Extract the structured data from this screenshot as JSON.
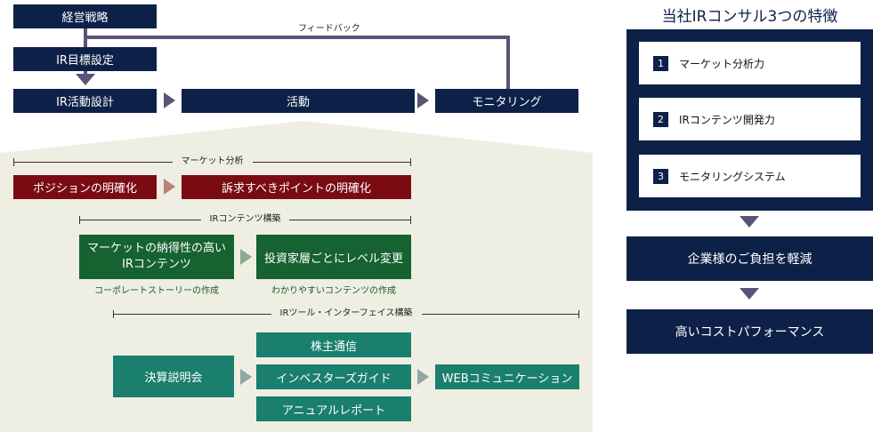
{
  "flow": {
    "keiei": "経営戦略",
    "ir_goal": "IR目標設定",
    "ir_design": "IR活動設計",
    "activity": "活動",
    "monitoring": "モニタリング",
    "feedback": "フィードバック"
  },
  "market": {
    "bracket_label": "マーケット分析",
    "position": "ポジションの明確化",
    "appeal": "訴求すべきポイントの明確化"
  },
  "content": {
    "bracket_label": "IRコンテンツ構築",
    "story_line1": "マーケットの納得性の高い",
    "story_line2": "IRコンテンツ",
    "story_caption": "コーポレートストーリーの作成",
    "levels": "投資家層ごとにレベル変更",
    "levels_caption": "わかりやすいコンテンツの作成"
  },
  "tools": {
    "bracket_label": "IRツール・インターフェイス構築",
    "briefing": "決算説明会",
    "newsletter": "株主通信",
    "investor_guide": "インベスターズガイド",
    "annual_report": "アニュアルレポート",
    "web": "WEBコミュニケーション"
  },
  "features": {
    "title": "当社IRコンサル3つの特徴",
    "items": [
      {
        "num": "1",
        "label": "マーケット分析力"
      },
      {
        "num": "2",
        "label": "IRコンテンツ開発力"
      },
      {
        "num": "3",
        "label": "モニタリングシステム"
      }
    ],
    "reduce": "企業様のご負担を軽減",
    "performance": "高いコストパフォーマンス"
  },
  "colors": {
    "navy": "#0d2148",
    "maroon": "#7a0b12",
    "green": "#166230",
    "teal": "#1a7f6c",
    "panel": "#efeee2",
    "connector": "#5e5278"
  }
}
